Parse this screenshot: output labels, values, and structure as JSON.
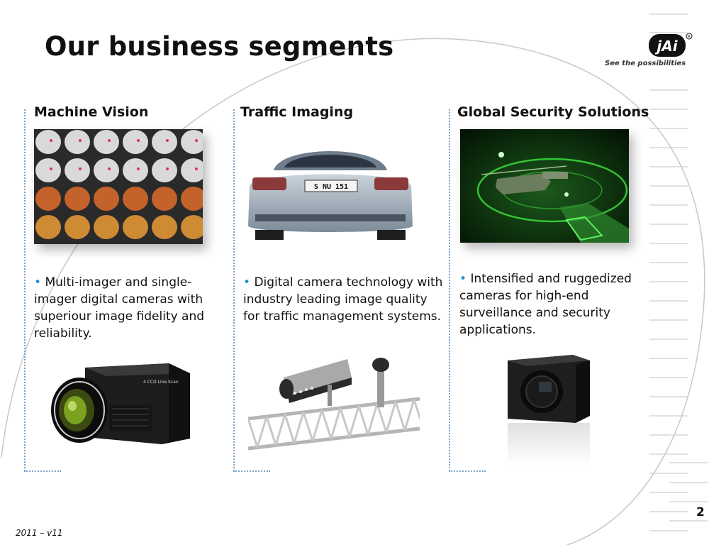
{
  "slide": {
    "title": "Our business segments",
    "brand": {
      "logo_text": "JAI",
      "tagline": "See the possibilities"
    },
    "page_number": "2",
    "footer": "2011 – v11"
  },
  "segments": [
    {
      "heading": "Machine Vision",
      "bullet_mark": "•",
      "text": "Multi-imager and single-imager digital cameras with superiour image fidelity and reliability.",
      "top_image": "fruit-inspection-photo",
      "bottom_image": "line-scan-camera-photo",
      "camera_label": "4 CCD Line Scan"
    },
    {
      "heading": "Traffic Imaging",
      "bullet_mark": "•",
      "text": "Digital camera technology with industry leading image quality for traffic management systems.",
      "top_image": "car-rear-license-plate-photo",
      "bottom_image": "roadside-camera-gantry-photo",
      "plate_text": "S NU 151"
    },
    {
      "heading": "Global Security Solutions",
      "bullet_mark": "•",
      "text": "Intensified and ruggedized cameras for high-end surveillance and security applications.",
      "top_image": "night-vision-helicopter-photo",
      "bottom_image": "rugged-security-camera-photo"
    }
  ],
  "colors": {
    "bullet": "#1e8fd0",
    "separator": "#7aa3c8",
    "night_vision_green": "#39d13a"
  }
}
